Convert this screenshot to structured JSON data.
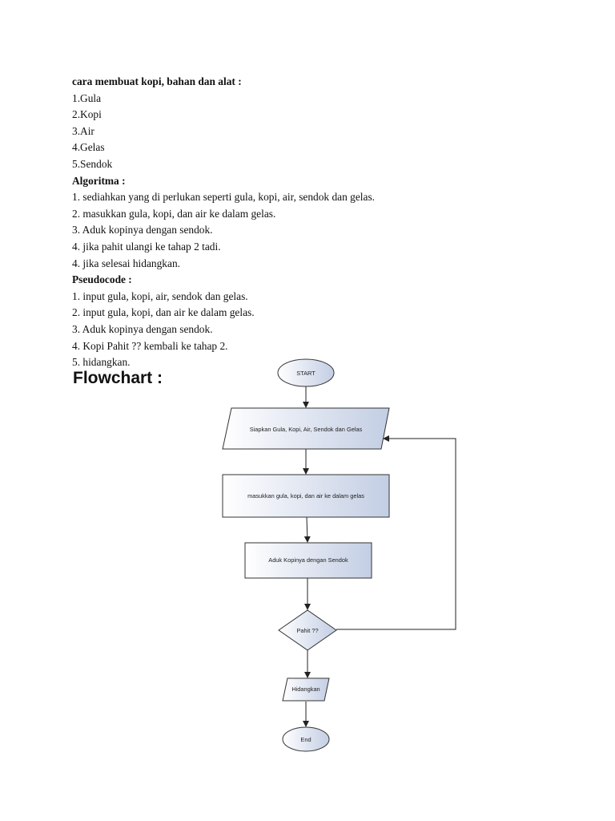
{
  "ingredients_heading": "cara membuat kopi, bahan dan alat :",
  "ingredients": [
    "1.Gula",
    "2.Kopi",
    "3.Air",
    "4.Gelas",
    "5.Sendok"
  ],
  "algorithm_heading": "Algoritma :",
  "algorithm_steps": [
    "1. sediahkan yang di perlukan seperti gula, kopi, air, sendok dan gelas.",
    "2. masukkan gula, kopi, dan air ke dalam gelas.",
    "3. Aduk kopinya dengan sendok.",
    "4. jika pahit ulangi ke tahap 2 tadi.",
    "4. jika selesai hidangkan."
  ],
  "pseudocode_heading": "Pseudocode :",
  "pseudocode_steps": [
    "1. input gula, kopi, air, sendok dan gelas.",
    "2. input gula, kopi, dan air ke dalam gelas.",
    "3. Aduk kopinya dengan sendok.",
    "4. Kopi Pahit ?? kembali ke tahap 2.",
    "5. hidangkan."
  ],
  "flowchart_heading": "Flowchart :",
  "flowchart": {
    "start": "START",
    "prepare": "Siapkan Gula, Kopi, Air, Sendok dan Gelas",
    "mix": "masukkan gula, kopi, dan air ke dalam gelas",
    "stir": "Aduk Kopinya dengan Sendok",
    "decision": "Pahit ??",
    "serve": "Hidangkan",
    "end": "End"
  },
  "colors": {
    "shape_fill_light": "#ffffff",
    "shape_fill_dark": "#c3cee4",
    "stroke": "#333333"
  }
}
